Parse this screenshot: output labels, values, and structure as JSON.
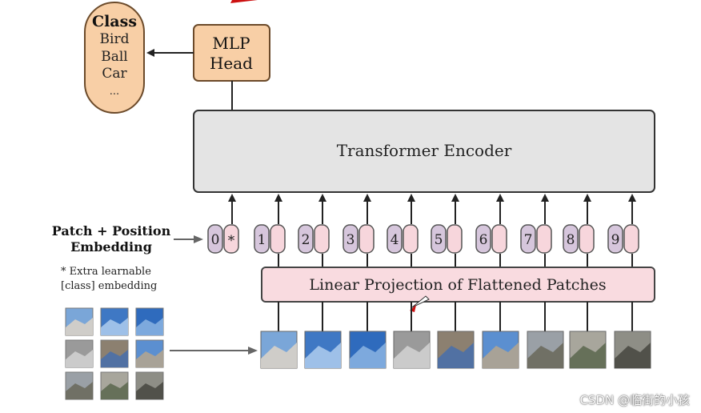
{
  "class_box": {
    "title": "Class",
    "items": [
      "Bird",
      "Ball",
      "Car",
      "..."
    ]
  },
  "mlp_head": {
    "line1": "MLP",
    "line2": "Head"
  },
  "encoder": {
    "label": "Transformer Encoder"
  },
  "embedding_label": {
    "line1": "Patch + Position",
    "line2": "Embedding"
  },
  "note": {
    "line1": "* Extra learnable",
    "line2": "[class] embedding"
  },
  "tokens": [
    "0",
    "1",
    "2",
    "3",
    "4",
    "5",
    "6",
    "7",
    "8",
    "9"
  ],
  "class_token_mark": "*",
  "projection": {
    "label": "Linear Projection of Flattened Patches"
  },
  "watermark": "CSDN @临街的小孩",
  "colors": {
    "mlp_fill": "#f8cfa6",
    "mlp_stroke": "#6b4a2a",
    "class_fill": "#f8cfa6",
    "encoder_fill": "#e4e4e4",
    "token_pos_fill": "#d6c6dc",
    "token_patch_fill": "#f7d6dc",
    "projection_fill": "#f9dbe0",
    "arrow": "#222222",
    "cursor": "#cc1111"
  }
}
